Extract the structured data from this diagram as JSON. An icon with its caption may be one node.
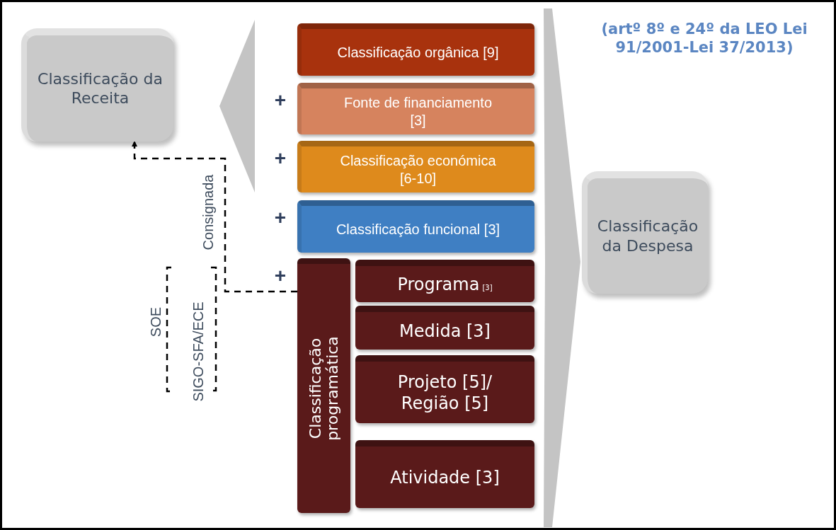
{
  "diagram": {
    "title": "(artº 8º e 24º da LEO Lei 91/2001-Lei 37/2013)",
    "nodes": [
      {
        "text": [
          "Classificação da Receita"
        ]
      },
      {
        "text": [
          "Classificação orgânica [9]"
        ]
      },
      {
        "text": [
          "Fonte de financiamento [3]"
        ]
      },
      {
        "text": [
          "Classificação económica [6-10]"
        ]
      },
      {
        "text": [
          "Classificação funcional [3]"
        ]
      },
      {
        "text": [
          "Classificação programática"
        ]
      },
      {
        "text": [
          "Programa",
          "[3]"
        ]
      },
      {
        "text": [
          "Medida  [3]"
        ]
      },
      {
        "text": [
          "Projeto  [5]/ Região [5]"
        ]
      },
      {
        "text": [
          "Atividade [3]"
        ]
      },
      {
        "text": [
          "Classificação da Despesa"
        ]
      },
      {
        "text": [],
        "shape": "triangle"
      }
    ],
    "edges": [
      {
        "from": 5,
        "to": 0,
        "arrow": "to",
        "label": "Consignada",
        "style": "dashed"
      }
    ],
    "labels": [
      "+",
      "+",
      "+",
      "+",
      "SOE",
      "SIGO-SFA/ECE"
    ]
  }
}
